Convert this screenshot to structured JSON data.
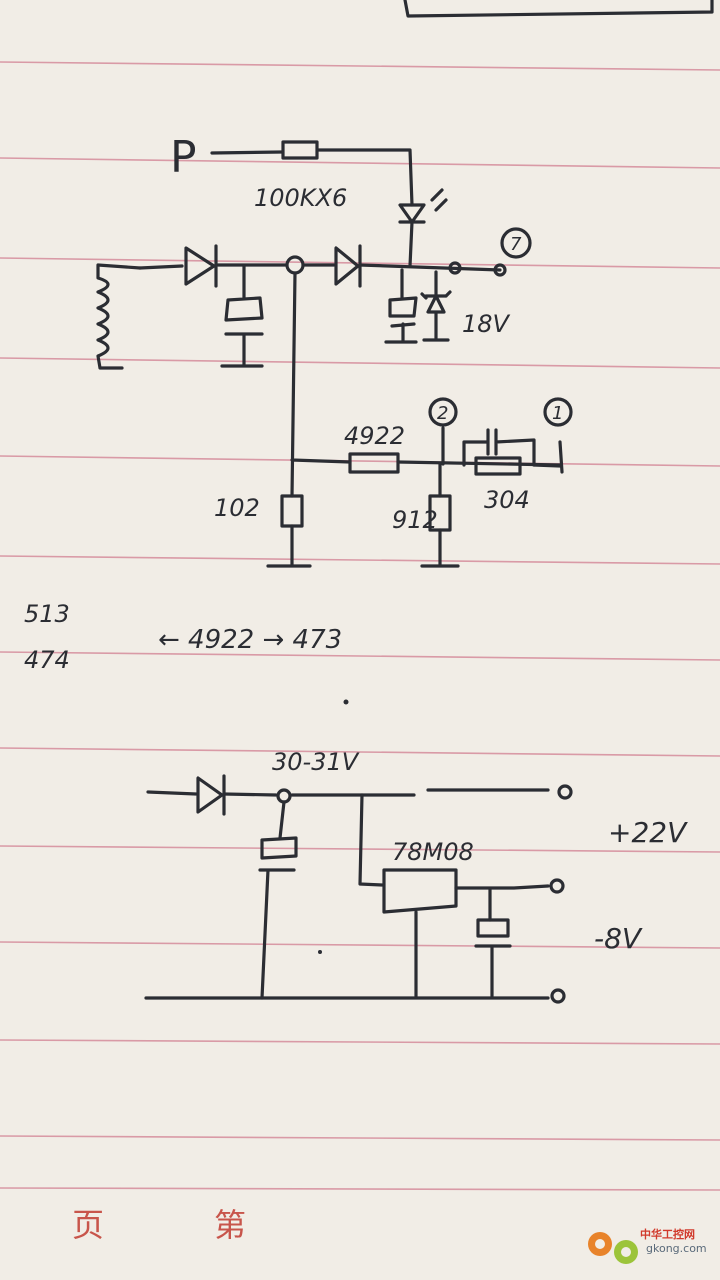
{
  "circuit1": {
    "p_label": "P",
    "resistor_label": "100KX6",
    "zener_label": "18V",
    "node7": "7",
    "r_series_label": "4922",
    "node2": "2",
    "node1": "1",
    "r_bottom_left": "102",
    "r_bottom_mid": "912",
    "r_right": "304"
  },
  "notes": {
    "value_a": "513",
    "value_b": "474",
    "range_line": "←   4922  →   473"
  },
  "circuit2": {
    "voltage_label": "30-31V",
    "regulator_label": "78M08",
    "output_plus": "+22V",
    "output_minus": "-8V"
  },
  "footer": {
    "page_mark_1": "页",
    "page_mark_2": "第"
  },
  "watermark": {
    "cn": "中华工控网",
    "url": "gkong.com"
  },
  "colors": {
    "paper": "#f1ede6",
    "ruled_line": "#d99aa6",
    "ink": "#2b2d33",
    "footer_print": "#c8554b"
  }
}
